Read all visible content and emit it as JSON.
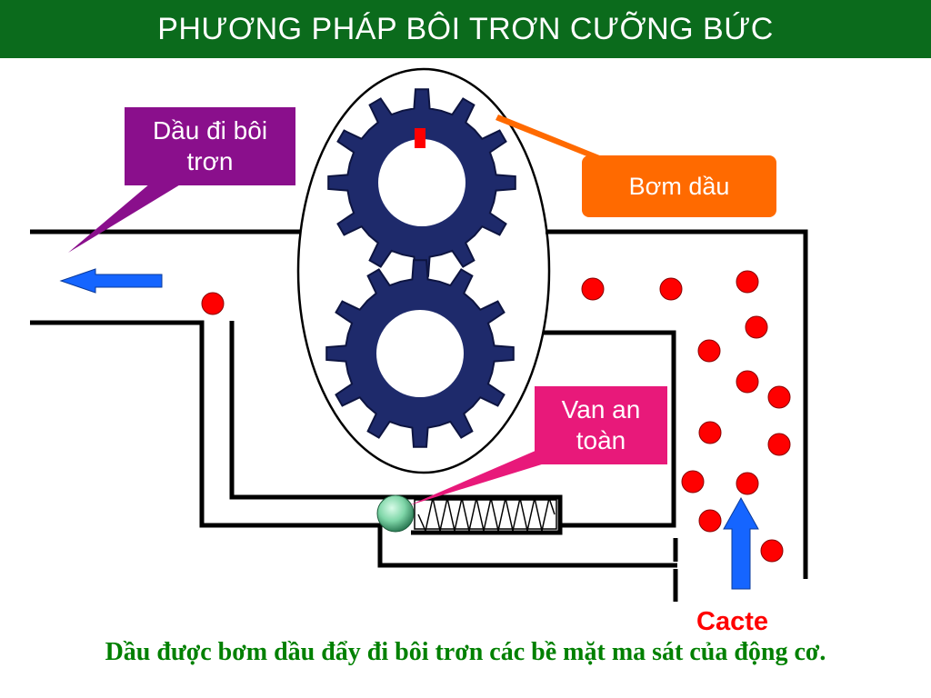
{
  "title": "PHƯƠNG PHÁP BÔI TRƠN CƯỠNG BỨC",
  "callouts": {
    "oil_out": {
      "line1": "Dầu đi bôi",
      "line2": "trơn"
    },
    "pump": "Bơm dầu",
    "valve": {
      "line1": "Van an",
      "line2": "toàn"
    }
  },
  "cacte_label": "Cacte",
  "caption": "Dầu được bơm dầu đẩy đi bôi trơn các bề mặt ma sát của động cơ.",
  "colors": {
    "title_bar": "#0b6b1c",
    "gear": "#1e2a6b",
    "oil_drop": "#ff0000",
    "flow_arrow": "#1565ff",
    "callout_oil_out": "#8a0f8c",
    "callout_pump": "#ff6a00",
    "callout_valve": "#e8197a",
    "valve_ball": "#7fd6a8",
    "caption": "#008000"
  }
}
